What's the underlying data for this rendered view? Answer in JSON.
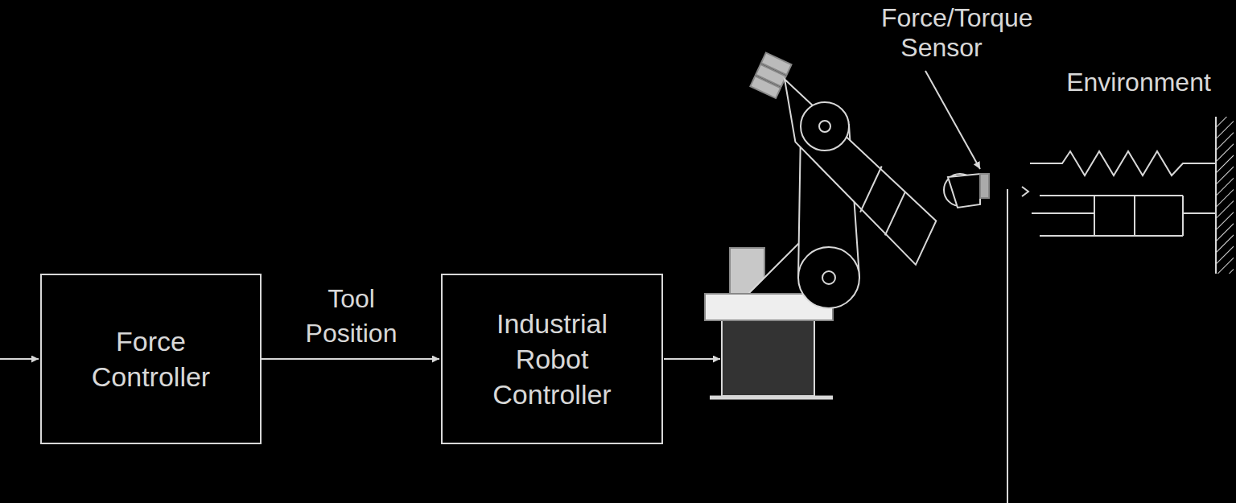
{
  "diagram": {
    "nodes": [
      {
        "text": [
          "Force Controller"
        ]
      },
      {
        "text": [
          "Industrial Robot Controller"
        ]
      }
    ],
    "edges": [
      {
        "from": 0,
        "to": 1,
        "arrow": "to",
        "label": "Tool Position"
      }
    ],
    "labels": [
      "Force/Torque Sensor",
      "Environment"
    ]
  }
}
